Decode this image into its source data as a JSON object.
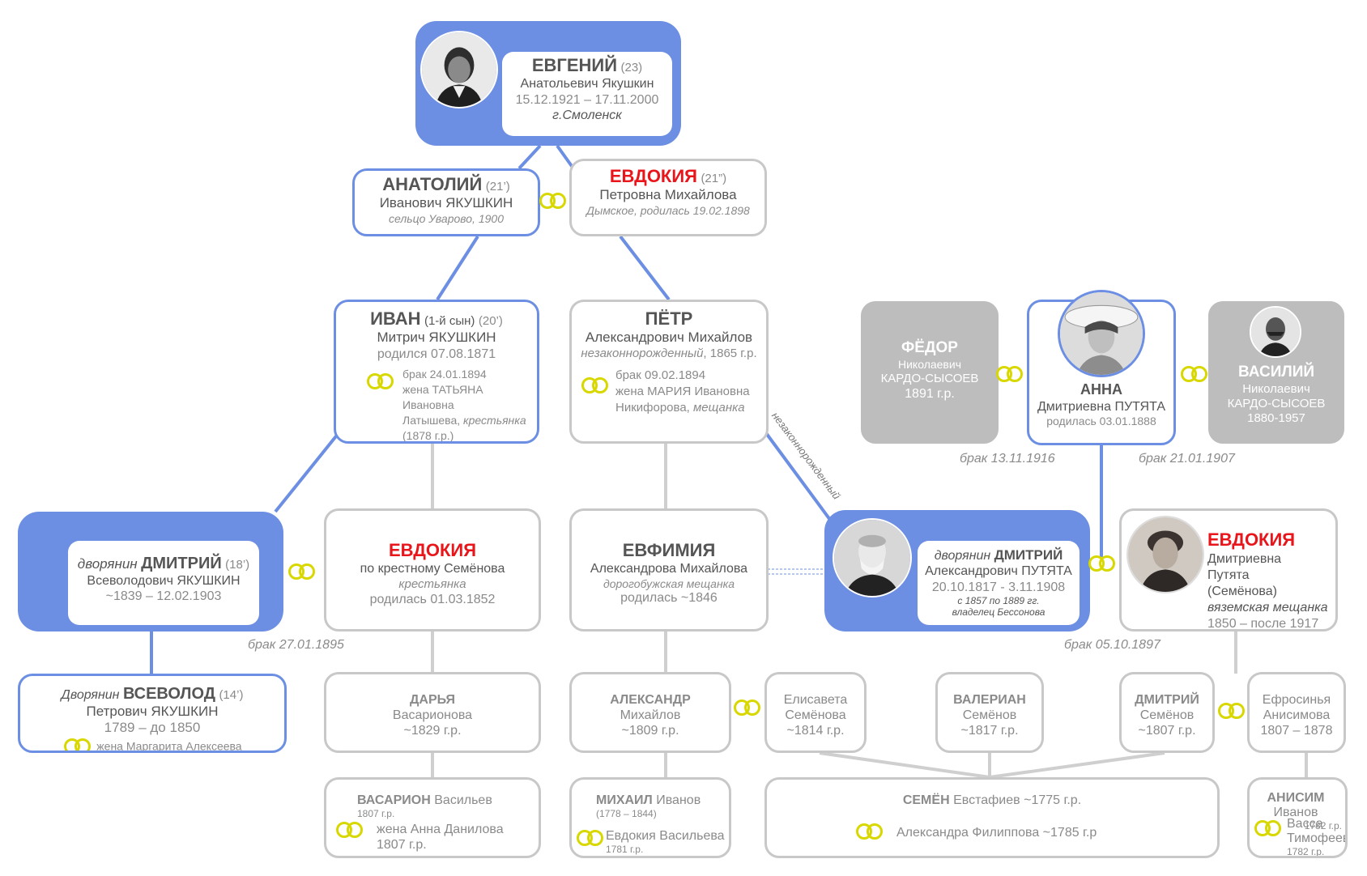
{
  "colors": {
    "blue": "#6c8fe3",
    "red": "#e8151b",
    "gray": "#bdbdbd",
    "rings": "#d8d800",
    "text": "#555555"
  },
  "evgeny": {
    "name": "ЕВГЕНИЙ",
    "gen": "(23)",
    "patr": "Анатольевич Якушкин",
    "dates": "15.12.1921 – 17.11.2000",
    "place": "г.Смоленск"
  },
  "anatoly": {
    "name": "АНАТОЛИЙ",
    "gen": "(21’)",
    "patr": "Иванович ЯКУШКИН",
    "place": "сельцо Уварово, 1900"
  },
  "evdokia1": {
    "name": "ЕВДОКИЯ",
    "gen": "(21”)",
    "patr": "Петровна Михайлова",
    "place": "Дымское, родилась 19.02.1898"
  },
  "ivan": {
    "name": "ИВАН",
    "son": "(1-й сын)",
    "gen": "(20’)",
    "patr": "Митрич ЯКУШКИН",
    "born": "родился 07.08.1871",
    "m1": "брак 24.01.1894",
    "m2": "жена ТАТЬЯНА Ивановна",
    "m3a": "Латышева, ",
    "m3b": "крестьянка",
    "m4": "(1878 г.р.)"
  },
  "petr": {
    "name": "ПЁТР",
    "patr": "Александрович Михайлов",
    "born_a": "незаконнорожденный",
    "born_b": ", 1865 г.р.",
    "m1": "брак 09.02.1894",
    "m2": "жена МАРИЯ Ивановна",
    "m3a": "Никифорова, ",
    "m3b": "мещанка"
  },
  "fedor": {
    "name": "ФЁДОР",
    "l1": "Николаевич",
    "l2": "КАРДО-СЫСОЕВ",
    "l3": "1891 г.р."
  },
  "anna": {
    "name": "АННА",
    "patr": "Дмитриевна ПУТЯТА",
    "born": "родилась 03.01.1888"
  },
  "vasily": {
    "name": "ВАСИЛИЙ",
    "l1": "Николаевич",
    "l2": "КАРДО-СЫСОЕВ",
    "l3": "1880-1957"
  },
  "brak_1916": "брак 13.11.1916",
  "brak_1907": "брак 21.01.1907",
  "illegit": "незаконнорожденный",
  "dmitry18": {
    "title": "дворянин",
    "name": "ДМИТРИЙ",
    "gen": "(18’)",
    "patr": "Всеволодович ЯКУШКИН",
    "dates": "~1839 – 12.02.1903"
  },
  "evdokia2": {
    "name": "ЕВДОКИЯ",
    "l1": "по крестному Семёнова",
    "l2": "крестьянка",
    "l3": "родилась 01.03.1852"
  },
  "evfimia": {
    "name": "ЕВФИМИЯ",
    "l1": "Александрова Михайлова",
    "l2": "дорогобужская мещанка",
    "l3": "родилась ~1846"
  },
  "dmitryP": {
    "title": "дворянин",
    "name": "ДМИТРИЙ",
    "patr": "Александрович ПУТЯТА",
    "dates": "20.10.1817 - 3.11.1908",
    "n1": "с 1857 по 1889 гг.",
    "n2": "владелец Бессонова"
  },
  "evdokia3": {
    "name": "ЕВДОКИЯ",
    "l1": "Дмитриевна",
    "l2": "Путята",
    "l3": "(Семёнова)",
    "l4": "вяземская мещанка",
    "l5": "1850 – после 1917"
  },
  "brak_1895": "брак 27.01.1895",
  "brak_1897": "брак 05.10.1897",
  "vsevolod": {
    "title": "Дворянин",
    "name": "ВСЕВОЛОД",
    "gen": "(14’)",
    "patr": "Петрович ЯКУШКИН",
    "dates": "1789 – до 1850",
    "wife": "жена Маргарита Алексеева"
  },
  "darya": {
    "name": "ДАРЬЯ",
    "l1": "Васарионова",
    "l2": "~1829 г.р."
  },
  "alexandr": {
    "name": "АЛЕКСАНДР",
    "l1": "Михайлов",
    "l2": "~1809 г.р."
  },
  "elisaveta": {
    "l1": "Елисавета",
    "l2": "Семёнова",
    "l3": "~1814 г.р."
  },
  "valerian": {
    "name": "ВАЛЕРИАН",
    "l1": "Семёнов",
    "l2": "~1817 г.р."
  },
  "dmitryS": {
    "name": "ДМИТРИЙ",
    "l1": "Семёнов",
    "l2": "~1807 г.р."
  },
  "efrosinya": {
    "l1": "Ефросинья",
    "l2": "Анисимова",
    "l3": "1807 – 1878"
  },
  "vasarion": {
    "name": "ВАСАРИОН",
    "patr": "Васильев",
    "born": "1807 г.р.",
    "w1": "жена Анна Данилова",
    "w2": "1807 г.р."
  },
  "mikhail": {
    "name": "МИХАИЛ",
    "patr": "Иванов",
    "dates": "(1778 – 1844)",
    "wife": "Евдокия Васильева",
    "wborn": "1781 г.р."
  },
  "semen": {
    "name": "СЕМЁН",
    "patr": "Евстафиев",
    "born": "~1775 г.р.",
    "wife": "Александра Филиппова",
    "wborn": "~1785 г.р"
  },
  "anisim": {
    "name": "АНИСИМ",
    "patr": "Иванов",
    "born": "1782 г.р.",
    "w1": "Васса",
    "w2": "Тимофеева",
    "w3": "1782 г.р."
  }
}
